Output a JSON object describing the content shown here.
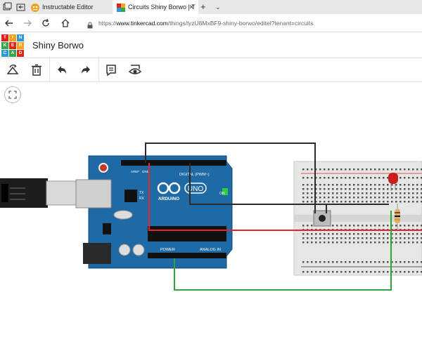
{
  "browser": {
    "tabs": [
      {
        "title": "Instructable Editor",
        "close": ""
      },
      {
        "title": "Circuits Shiny Borwo | T",
        "close": "✕"
      }
    ],
    "new_tab": "+",
    "tab_menu": "⌄",
    "url_prefix": "https://",
    "url_host": "www.tinkercad.com",
    "url_path": "/things/lyzU8MxBF9-shiny-borwo/editel?tenant=circuits"
  },
  "app": {
    "logo_letters": [
      "TIN",
      "KER",
      "CAD"
    ],
    "logo_colors": [
      "#e2231a",
      "#f7a21b",
      "#2d9ad7",
      "#36a84a"
    ],
    "design_name": "Shiny Borwo"
  },
  "board": {
    "brand_lines": [
      "ARDUINO"
    ],
    "model": "UNO",
    "on_label": "ON",
    "tx": "TX",
    "rx": "RX",
    "digital_label": "DIGITAL (PWM~)",
    "power_label": "POWER",
    "analog_label": "ANALOG IN",
    "aref": "AREF",
    "gnd": "GND"
  },
  "colors": {
    "board": "#1f6aa5",
    "wire_black": "#2b2b2b",
    "wire_red": "#e3262a",
    "wire_green": "#30a43b",
    "breadboard": "#e6e6e4",
    "led": "#c81e1e"
  }
}
